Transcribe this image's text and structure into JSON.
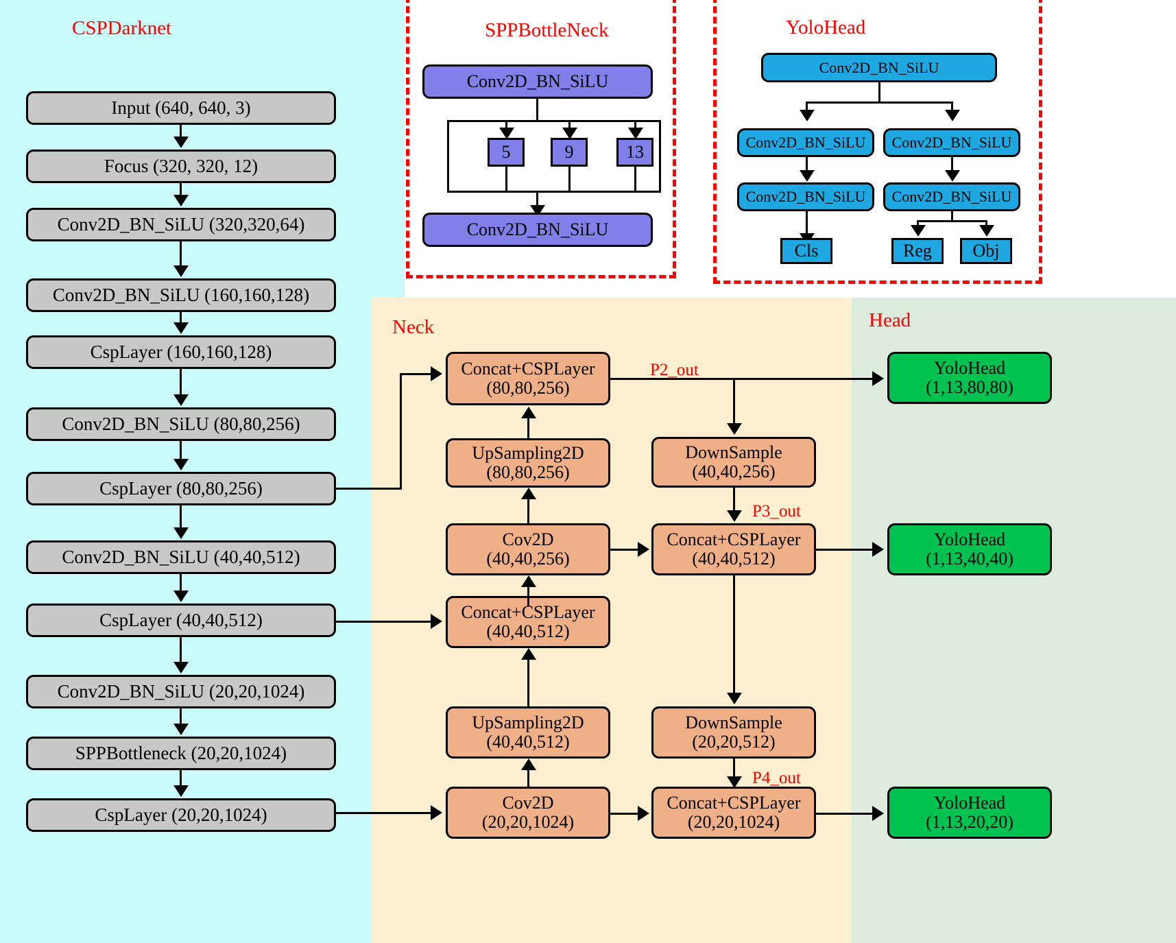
{
  "diagram": {
    "title": "YOLOX network architecture diagram",
    "colors": {
      "backbone_bg": "#CAFCFC",
      "neck_bg": "#FCEFD0",
      "head_bg": "#DCEBDC",
      "backbone_node": "#C8C8C8",
      "neck_node": "#EFAF87",
      "head_node": "#00C250",
      "yolohead_node": "#1EA7E1",
      "spp_node": "#8080E8",
      "panel_border": "#FF0000",
      "label": "#FF0000"
    }
  },
  "regions": {
    "backbone": {
      "title": "CSPDarknet"
    },
    "neck": {
      "title": "Neck"
    },
    "head": {
      "title": "Head"
    },
    "spp_panel": {
      "title": "SPPBottleNeck"
    },
    "yolohead_panel": {
      "title": "YoloHead"
    }
  },
  "backbone": {
    "nodes": [
      {
        "name": "input",
        "label": "Input (640, 640, 3)"
      },
      {
        "name": "focus",
        "label": "Focus (320, 320, 12)"
      },
      {
        "name": "conv1",
        "label": "Conv2D_BN_SiLU (320,320,64)"
      },
      {
        "name": "conv2",
        "label": "Conv2D_BN_SiLU (160,160,128)"
      },
      {
        "name": "csp1",
        "label": "CspLayer (160,160,128)"
      },
      {
        "name": "conv3",
        "label": "Conv2D_BN_SiLU (80,80,256)"
      },
      {
        "name": "csp2",
        "label": "CspLayer (80,80,256)"
      },
      {
        "name": "conv4",
        "label": "Conv2D_BN_SiLU (40,40,512)"
      },
      {
        "name": "csp3",
        "label": "CspLayer (40,40,512)"
      },
      {
        "name": "conv5",
        "label": "Conv2D_BN_SiLU (20,20,1024)"
      },
      {
        "name": "sppbottle",
        "label": "SPPBottleneck (20,20,1024)"
      },
      {
        "name": "csp4",
        "label": "CspLayer (20,20,1024)"
      }
    ]
  },
  "spp_panel": {
    "top_conv": "Conv2D_BN_SiLU",
    "pools": [
      "5",
      "9",
      "13"
    ],
    "bottom_conv": "Conv2D_BN_SiLU"
  },
  "yolohead_panel": {
    "stem": "Conv2D_BN_SiLU",
    "cls_branch": [
      "Conv2D_BN_SiLU",
      "Conv2D_BN_SiLU"
    ],
    "reg_branch": [
      "Conv2D_BN_SiLU",
      "Conv2D_BN_SiLU"
    ],
    "outputs": {
      "cls": "Cls",
      "reg": "Reg",
      "obj": "Obj"
    }
  },
  "neck": {
    "nodes": [
      {
        "name": "concat-csp-80",
        "l1": "Concat+CSPLayer",
        "l2": "(80,80,256)"
      },
      {
        "name": "upsample-80",
        "l1": "UpSampling2D",
        "l2": "(80,80,256)"
      },
      {
        "name": "cov2d-40",
        "l1": "Cov2D",
        "l2": "(40,40,256)"
      },
      {
        "name": "concat-csp-40a",
        "l1": "Concat+CSPLayer",
        "l2": "(40,40,512)"
      },
      {
        "name": "upsample-40",
        "l1": "UpSampling2D",
        "l2": "(40,40,512)"
      },
      {
        "name": "cov2d-20",
        "l1": "Cov2D",
        "l2": "(20,20,1024)"
      },
      {
        "name": "downsample-40",
        "l1": "DownSample",
        "l2": "(40,40,256)"
      },
      {
        "name": "concat-csp-40b",
        "l1": "Concat+CSPLayer",
        "l2": "(40,40,512)"
      },
      {
        "name": "downsample-20",
        "l1": "DownSample",
        "l2": "(20,20,512)"
      },
      {
        "name": "concat-csp-20",
        "l1": "Concat+CSPLayer",
        "l2": "(20,20,1024)"
      }
    ],
    "edge_labels": [
      "P2_out",
      "P3_out",
      "P4_out"
    ]
  },
  "head": {
    "nodes": [
      {
        "name": "yolohead-80",
        "l1": "YoloHead",
        "l2": "(1,13,80,80)"
      },
      {
        "name": "yolohead-40",
        "l1": "YoloHead",
        "l2": "(1,13,40,40)"
      },
      {
        "name": "yolohead-20",
        "l1": "YoloHead",
        "l2": "(1,13,20,20)"
      }
    ]
  }
}
